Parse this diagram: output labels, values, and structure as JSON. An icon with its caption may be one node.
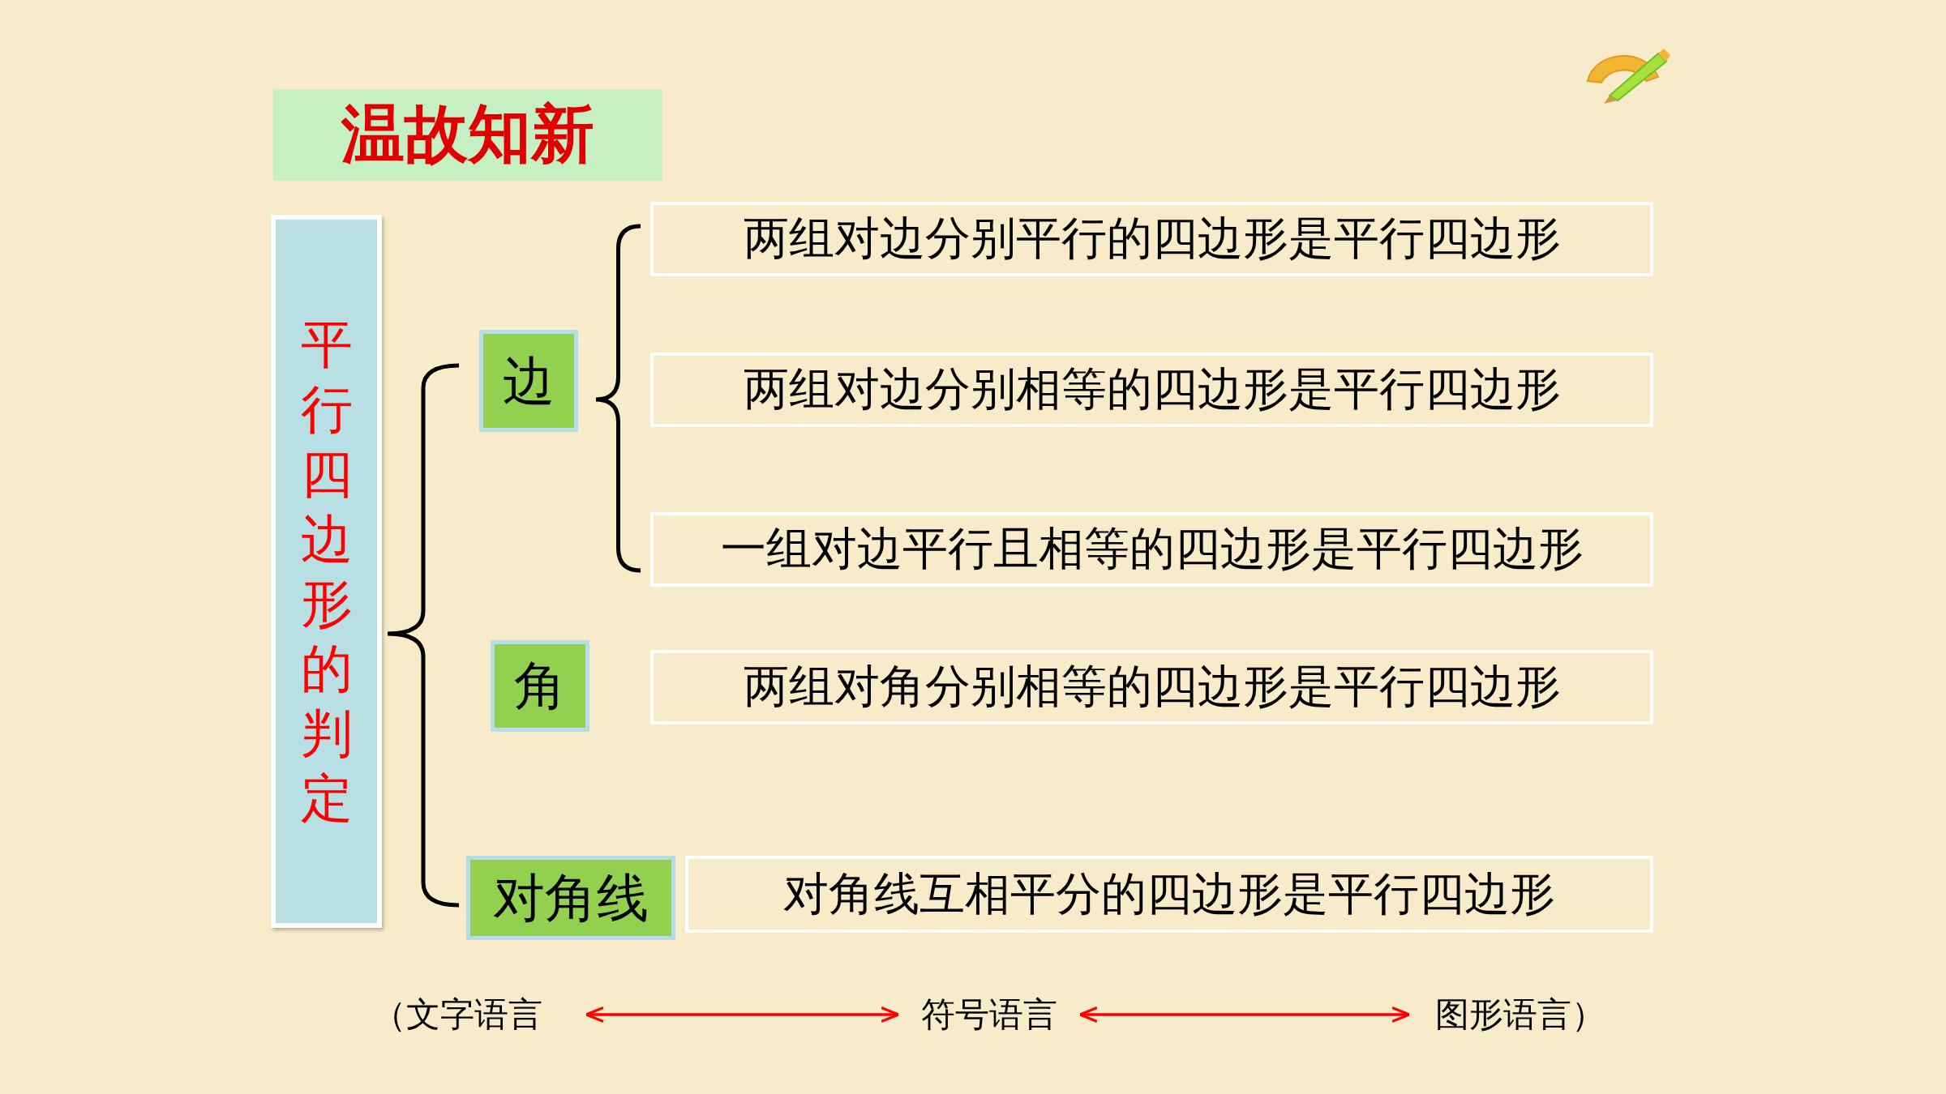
{
  "diagram": {
    "title": "温故知新",
    "nodes": [
      {
        "text": [
          "平行四边形的判定"
        ]
      },
      {
        "text": [
          "边"
        ]
      },
      {
        "text": [
          "角"
        ]
      },
      {
        "text": [
          "对角线"
        ]
      },
      {
        "text": [
          "两组对边分别平行的四边形是平行四边形"
        ]
      },
      {
        "text": [
          "两组对边分别相等的四边形是平行四边形"
        ]
      },
      {
        "text": [
          "一组对边平行且相等的四边形是平行四边形"
        ]
      },
      {
        "text": [
          "两组对角分别相等的四边形是平行四边形"
        ]
      },
      {
        "text": [
          "对角线互相平分的四边形是平行四边形"
        ]
      },
      {
        "text": [
          "（文字语言"
        ]
      },
      {
        "text": [
          "符号语言"
        ]
      },
      {
        "text": [
          "图形语言）"
        ]
      }
    ],
    "edges": [
      {
        "from": 9,
        "to": 10,
        "arrow": "both",
        "color": "#ff0000"
      },
      {
        "from": 10,
        "to": 11,
        "arrow": "both",
        "color": "#ff0000"
      }
    ]
  }
}
